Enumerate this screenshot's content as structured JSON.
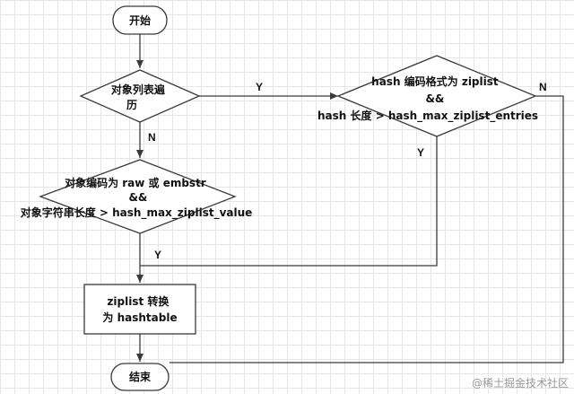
{
  "nodes": {
    "start": "开始",
    "loop_decision": [
      "对象列表遍",
      "历"
    ],
    "hash_encoding_decision": [
      "hash 编码格式为 ziplist",
      "&&",
      "hash 长度 > hash_max_ziplist_entries"
    ],
    "object_encoding_decision": [
      "对象编码为 raw 或 embstr",
      "&&",
      "对象字符串长度 > hash_max_ziplist_value"
    ],
    "convert_process": [
      "ziplist 转换",
      "为 hashtable"
    ],
    "end": "结束"
  },
  "edge_labels": {
    "loop_yes": "Y",
    "loop_no": "N",
    "hash_no": "N",
    "hash_yes": "Y",
    "object_yes": "Y"
  },
  "watermark": "@稀土掘金技术社区"
}
